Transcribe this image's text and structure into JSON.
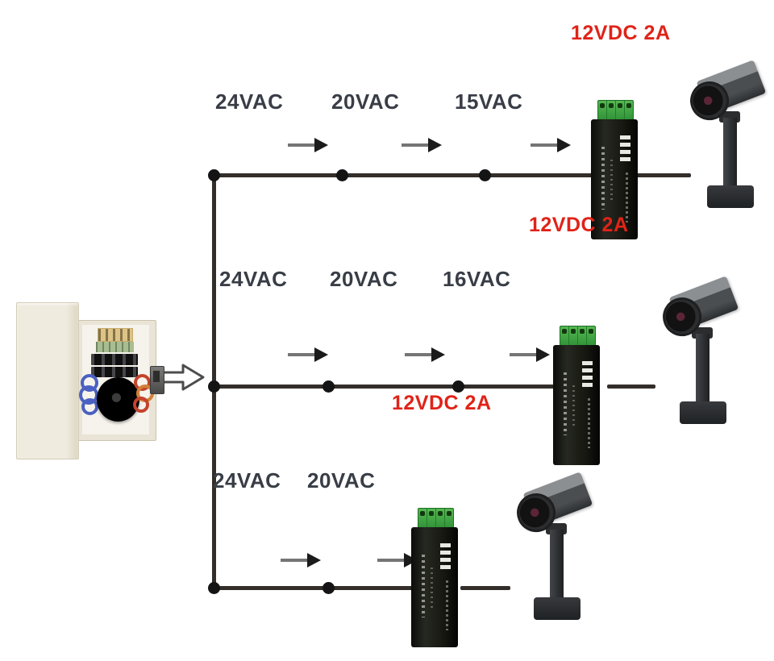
{
  "diagram_title": "Power supply voltage-drop diagram with AC/DC adapters and cameras",
  "rows": [
    {
      "voltages": [
        "24VAC",
        "20VAC",
        "15VAC"
      ],
      "dc_label_top": "12VDC 2A",
      "dc_label_bottom": "12VDC 2A"
    },
    {
      "voltages": [
        "24VAC",
        "20VAC",
        "16VAC"
      ],
      "dc_label": "12VDC 2A"
    },
    {
      "voltages": [
        "24VAC",
        "20VAC"
      ]
    }
  ],
  "devices": {
    "power_supply": "power-supply-box",
    "adapter": "ac-dc-adapter",
    "camera": "box-camera"
  },
  "colors": {
    "wire": "#332e2a",
    "voltage_text": "#383d46",
    "dc_text": "#e02318",
    "adapter_terminal_green": "#3fa844",
    "adapter_body": "#15160f",
    "psu_cabinet": "#e9e4d5"
  }
}
